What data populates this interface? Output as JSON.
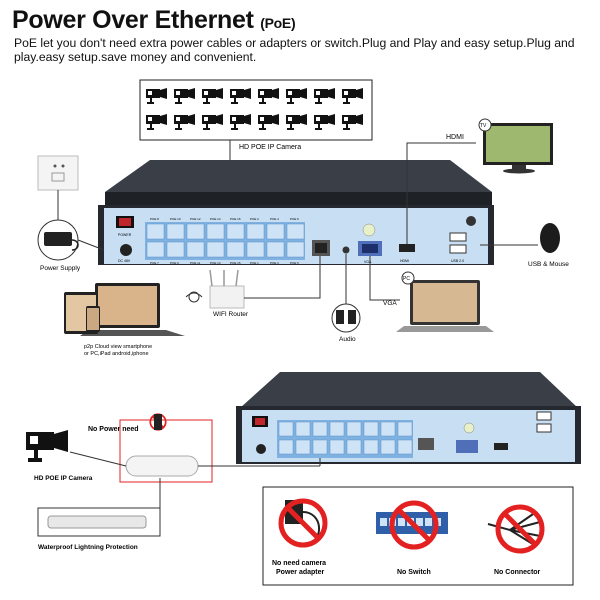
{
  "header": {
    "title": "Power Over Ethernet",
    "title_suffix": "(PoE)",
    "description": "PoE let you don't need extra power cables or adapters or switch.Plug and Play and easy setup.Plug and play.easy setup.save money and convenient."
  },
  "top_diagram": {
    "cameras_label": "HD POE IP Camera",
    "hdmi_label": "HDMI",
    "tv_badge": "TV",
    "usb_label": "USB & Mouse",
    "power_supply_label": "Power Supply",
    "wifi_router_label": "WIFI Router",
    "audio_label": "Audio",
    "vga_label": "VGA",
    "pc_badge": "PC",
    "cloud_label": "p2p Cloud view smartphone or PC,iPad android,iphone",
    "power_button_label": "POWER",
    "dc_label": "DC 48V",
    "port_labels_top": [
      "POE 8",
      "POE 10",
      "POE 12",
      "POE 14",
      "POE 16",
      "POE 2",
      "POE 4",
      "POE 6"
    ],
    "port_labels_bottom": [
      "POE 7",
      "POE 9",
      "POE 11",
      "POE 13",
      "POE 15",
      "POE 1",
      "POE 3",
      "POE 5"
    ],
    "lan_label": "LAN",
    "vga_port_label": "VGA",
    "hdmi_port_label": "HDMI",
    "usb_port_label": "USB 2.0"
  },
  "bottom_diagram": {
    "no_power_label": "No Power need",
    "camera_label": "HD POE IP Camera",
    "lightning_label": "Waterproof Lightning Protection",
    "no_adapter_label": "No need camera Power adapter",
    "no_switch_label": "No Switch",
    "no_connector_label": "No Connector"
  },
  "colors": {
    "nvr_body": "#2b2f36",
    "panel_blue": "#c7def3",
    "port_blue": "#7fb2e3",
    "prohibit_red": "#e32121",
    "line": "#333333"
  }
}
